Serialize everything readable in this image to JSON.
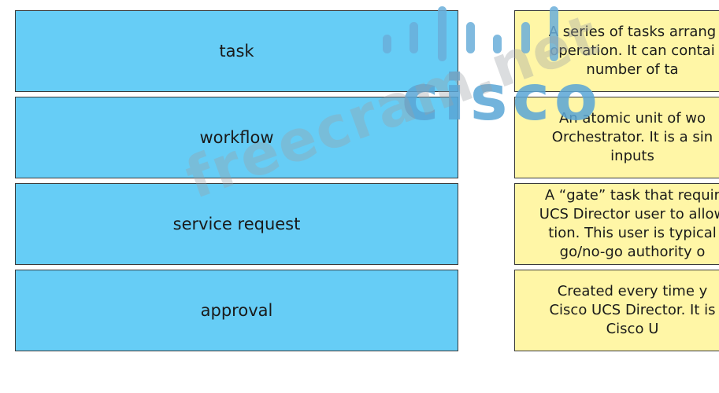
{
  "terms": [
    "task",
    "workflow",
    "service request",
    "approval"
  ],
  "definitions": [
    "A series of tasks arrang\noperation. It can contai\nnumber of ta",
    "An atomic unit of wo\nOrchestrator. It is a sin\ninputs",
    "A “gate” task that requir\nUCS Director user to allow\ntion. This user is typical\ngo/no-go authority o",
    "Created every time y\nCisco UCS Director. It is\nCisco U"
  ],
  "watermark": {
    "brand": "cisco",
    "site": "freecram.net"
  },
  "colors": {
    "term_bg": "#66cdf6",
    "definition_bg": "#fff6a6",
    "watermark_blue": "#5aa6d6"
  }
}
